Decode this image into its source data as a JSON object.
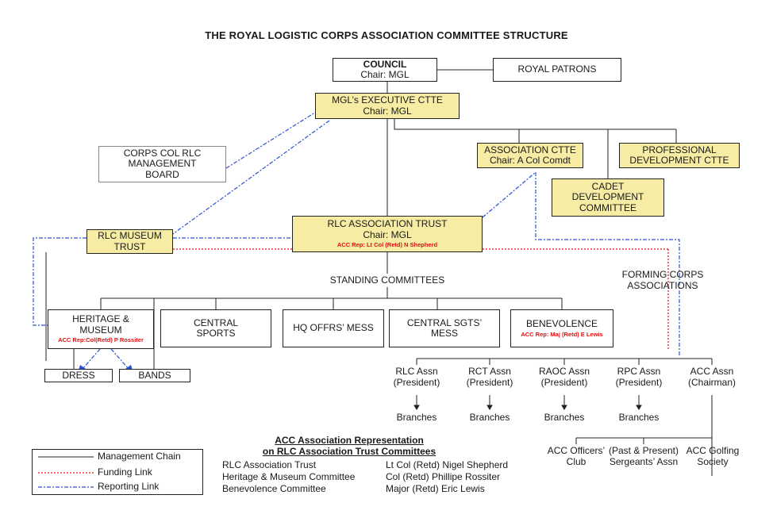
{
  "title": "THE ROYAL LOGISTIC CORPS ASSOCIATION COMMITTEE STRUCTURE",
  "colors": {
    "box_fill": "#f6eca4",
    "funding": "#e01010",
    "reporting": "#2b4fd8",
    "management": "#222222"
  },
  "nodes": {
    "council": {
      "title": "COUNCIL",
      "chair": "Chair: MGL"
    },
    "royal_patrons": {
      "label": "ROYAL PATRONS"
    },
    "exec_ctte": {
      "title": "MGL’s EXECUTIVE CTTE",
      "chair": "Chair: MGL"
    },
    "corps_col": {
      "line1": "CORPS COL RLC",
      "line2": "MANAGEMENT",
      "line3": "BOARD"
    },
    "assoc_ctte": {
      "title": "ASSOCIATION CTTE",
      "chair": "Chair: A Col Comdt"
    },
    "prof_dev": {
      "line1": "PROFESSIONAL",
      "line2": "DEVELOPMENT CTTE"
    },
    "cadet_dev": {
      "line1": "CADET",
      "line2": "DEVELOPMENT",
      "line3": "COMMITTEE"
    },
    "trust": {
      "title": "RLC ASSOCIATION TRUST",
      "chair": "Chair: MGL",
      "rep": "ACC Rep: Lt Col (Retd) N Shepherd"
    },
    "museum_trust": {
      "line1": "RLC MUSEUM",
      "line2": "TRUST"
    },
    "standing": {
      "label": "STANDING COMMITTEES"
    },
    "forming": {
      "line1": "FORMING CORPS",
      "line2": "ASSOCIATIONS"
    },
    "heritage": {
      "title": "HERITAGE & MUSEUM",
      "rep": "ACC Rep:Col(Retd) P Rossiter"
    },
    "sports": {
      "line1": "CENTRAL",
      "line2": "SPORTS"
    },
    "hq_mess": {
      "label": "HQ OFFRS’ MESS"
    },
    "sgts_mess": {
      "line1": "CENTRAL SGTS’",
      "line2": "MESS"
    },
    "benevolence": {
      "title": "BENEVOLENCE",
      "rep": "ACC Rep: Maj (Retd) E Lewis"
    },
    "dress": {
      "label": "DRESS"
    },
    "bands": {
      "label": "BANDS"
    }
  },
  "associations": [
    {
      "name": "RLC Assn",
      "role": "(President)",
      "sub": "Branches"
    },
    {
      "name": "RCT Assn",
      "role": "(President)",
      "sub": "Branches"
    },
    {
      "name": "RAOC Assn",
      "role": "(President)",
      "sub": "Branches"
    },
    {
      "name": "RPC Assn",
      "role": "(President)",
      "sub": "Branches"
    },
    {
      "name": "ACC Assn",
      "role": "(Chairman)",
      "sub": ""
    }
  ],
  "acc_children": [
    {
      "line1": "ACC Officers’",
      "line2": "Club"
    },
    {
      "line1": "(Past & Present)",
      "line2": "Sergeants’ Assn"
    },
    {
      "line1": "ACC Golfing",
      "line2": "Society"
    }
  ],
  "legend": {
    "management": "Management Chain",
    "funding": "Funding Link",
    "reporting": "Reporting Link"
  },
  "representation": {
    "heading1": "ACC Association Representation",
    "heading2": "on RLC Association Trust Committees",
    "rows": [
      {
        "committee": "RLC Association Trust",
        "person": "Lt Col (Retd) Nigel Shepherd"
      },
      {
        "committee": "Heritage & Museum Committee",
        "person": "Col (Retd) Phillipe Rossiter"
      },
      {
        "committee": "Benevolence Committee",
        "person": "Major (Retd) Eric Lewis"
      }
    ]
  }
}
